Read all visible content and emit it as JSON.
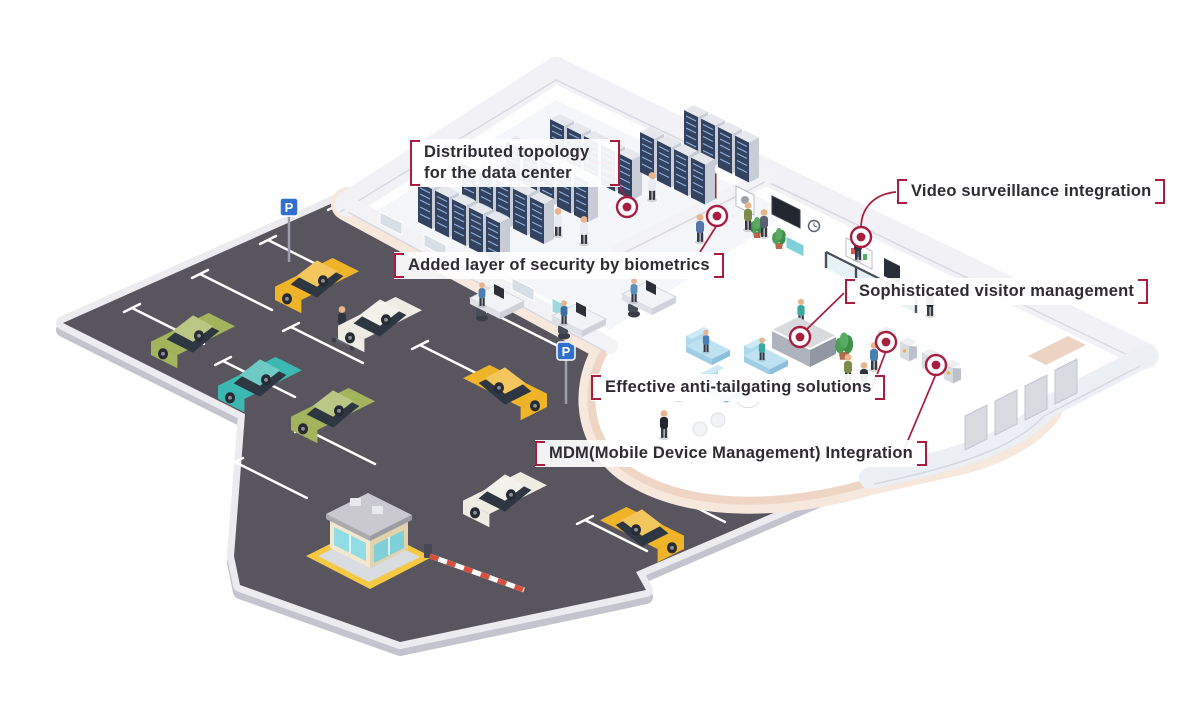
{
  "callouts": [
    {
      "id": "distributed-topology",
      "label": "Distributed topology for the data center"
    },
    {
      "id": "biometrics",
      "label": "Added layer of security by biometrics"
    },
    {
      "id": "video-surveillance",
      "label": "Video surveillance integration"
    },
    {
      "id": "visitor-management",
      "label": "Sophisticated visitor management"
    },
    {
      "id": "anti-tailgating",
      "label": "Effective anti-tailgating solutions"
    },
    {
      "id": "mdm",
      "label": "MDM(Mobile Device Management) Integration"
    }
  ],
  "parking": {
    "sign_label": "P"
  },
  "icons": {
    "callout_marker": "bullseye-target",
    "parking_sign": "p-sign"
  },
  "colors": {
    "accent": "#a81e3f",
    "asphalt": "#59555f",
    "curb": "#ebebf0",
    "walkway": "#eed5c5",
    "rack_front": "#33425e",
    "rack_stripe": "#8fb3e2",
    "couch_blue": "#bfe2f2",
    "booth_yellow": "#f6c944",
    "sign_blue": "#2f6fd0",
    "barrier_red": "#d94f3d"
  }
}
